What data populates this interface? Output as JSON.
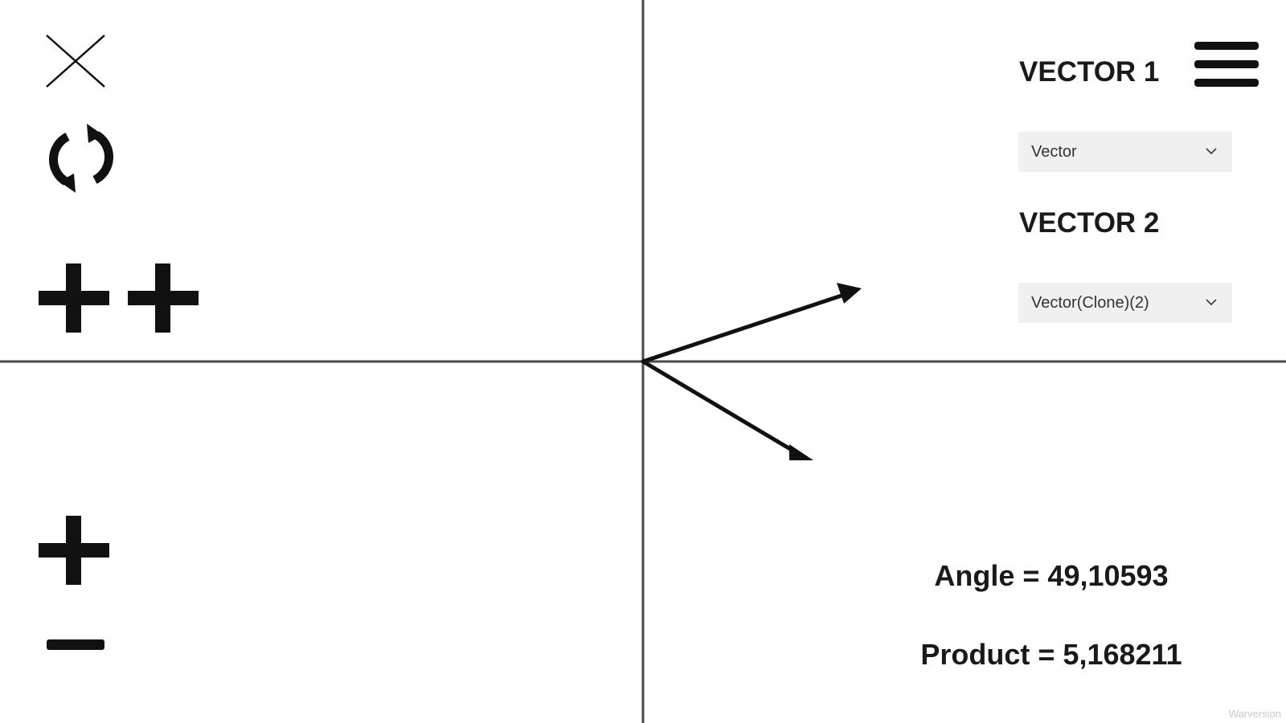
{
  "vector_panel": {
    "vector1": {
      "heading": "VECTOR 1",
      "selected": "Vector"
    },
    "vector2": {
      "heading": "VECTOR 2",
      "selected": "Vector(Clone)(2)"
    }
  },
  "readouts": {
    "angle": "Angle = 49,10593",
    "product": "Product = 5,168211"
  },
  "toolbar": {
    "close_icon": "close-icon",
    "reset_icon": "refresh-icon",
    "add_vector_icon": "double-plus-icon",
    "zoom_in_icon": "plus-icon",
    "zoom_out_icon": "minus-icon",
    "menu_icon": "hamburger-menu-icon"
  },
  "watermark": "Warversion",
  "colors": {
    "axis": "#4a4a4a",
    "vector": "#111111",
    "dropdown_bg": "#f0f0f0",
    "text": "#1a1a1a"
  }
}
